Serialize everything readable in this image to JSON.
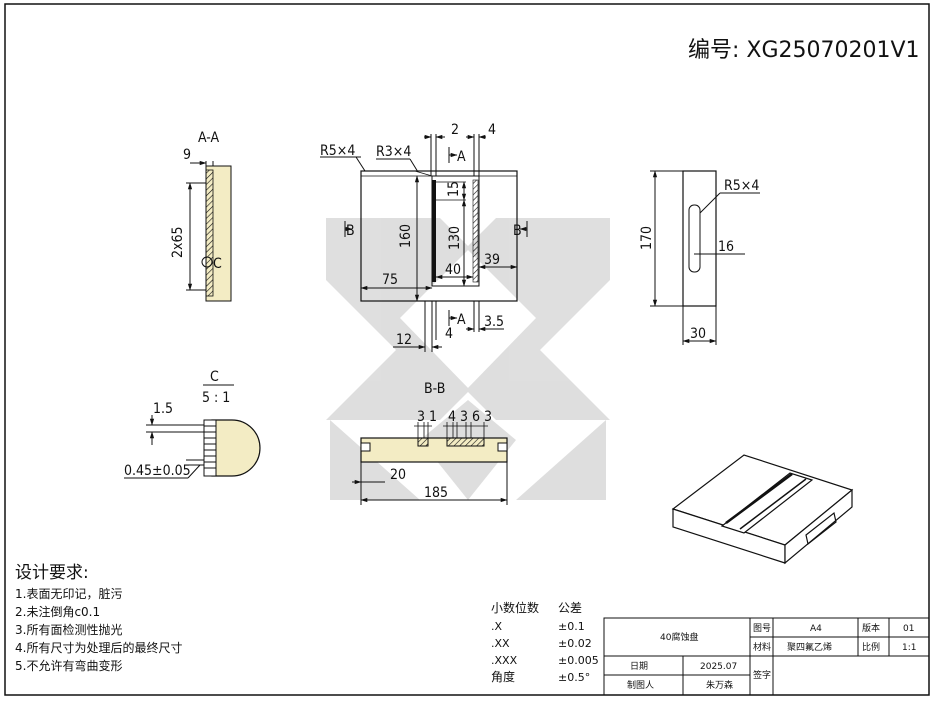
{
  "drawing_number": "编号: XG25070201V1",
  "views": {
    "section_aa": {
      "label": "A-A",
      "dim_top": "9",
      "dim_side": "2x65",
      "detail_mark": "C"
    },
    "front": {
      "note_r5": "R5×4",
      "note_r3": "R3×4",
      "dim_2": "2",
      "dim_4_top": "4",
      "section_a_top": "A",
      "section_a_bottom": "A",
      "dim_15": "15",
      "dim_160": "160",
      "dim_130": "130",
      "dim_40": "40",
      "dim_39": "39",
      "dim_75": "75",
      "dim_12": "12",
      "dim_4_bottom": "4",
      "dim_3_5": "3.5",
      "section_b_left": "B",
      "section_b_right": "B"
    },
    "side": {
      "note_r5": "R5×4",
      "dim_170": "170",
      "dim_16": "16",
      "dim_30": "30"
    },
    "detail_c": {
      "label": "C",
      "scale": "5 : 1",
      "dim_1_5": "1.5",
      "dim_tol": "0.45±0.05"
    },
    "section_bb": {
      "label": "B-B",
      "dim_31": "3 1",
      "dim_4363": "4 3 6 3",
      "dim_20": "20",
      "dim_185": "185"
    }
  },
  "requirements": {
    "title": "设计要求:",
    "items": [
      "1.表面无印记，脏污",
      "2.未注倒角c0.1",
      "3.所有面检测性抛光",
      "4.所有尺寸为处理后的最终尺寸",
      "5.不允许有弯曲变形"
    ]
  },
  "tolerance": {
    "header": [
      "小数位数",
      "公差"
    ],
    "rows": [
      [
        ".X",
        "±0.1"
      ],
      [
        ".XX",
        "±0.02"
      ],
      [
        ".XXX",
        "±0.005"
      ],
      [
        "角度",
        "±0.5°"
      ]
    ]
  },
  "title_block": {
    "part_name": "40腐蚀盘",
    "drawing_no_label": "图号",
    "drawing_no_value": "A4",
    "version_label": "版本",
    "version_value": "01",
    "material_label": "材料",
    "material_value": "聚四氟乙烯",
    "scale_label": "比例",
    "scale_value": "1:1",
    "date_label": "日期",
    "date_value": "2025.07",
    "drafter_label": "制图人",
    "drafter_value": "朱万森",
    "sign_label": "签字"
  },
  "colors": {
    "wood": "#f3ecc4",
    "watermark": "#d9d9d9",
    "line": "#111111"
  }
}
